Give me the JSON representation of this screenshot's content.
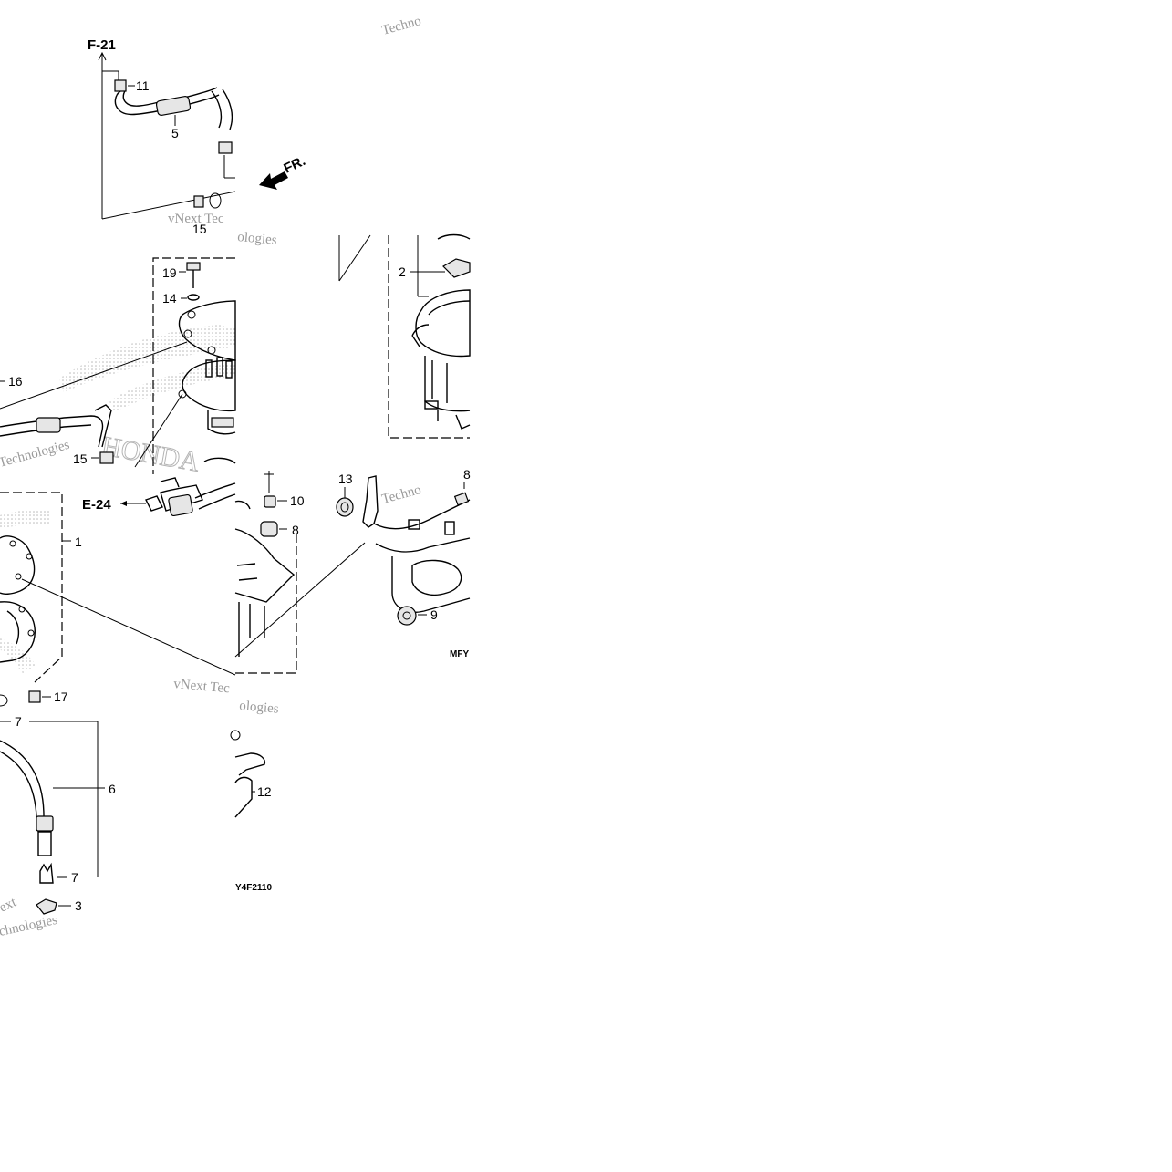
{
  "diagram": {
    "callouts": {
      "p1": "1",
      "p2": "2",
      "p3": "3",
      "p5": "5",
      "p6": "6",
      "p7a": "7",
      "p7b": "7",
      "p8a": "8",
      "p8b": "8",
      "p9": "9",
      "p10": "10",
      "p11": "11",
      "p12": "12",
      "p13": "13",
      "p14": "14",
      "p15a": "15",
      "p15b": "15",
      "p16": "16",
      "p17": "17",
      "p19": "19"
    },
    "references": {
      "f21": "F-21",
      "e24": "E-24"
    },
    "direction_label": "FR.",
    "figure_codes": {
      "left_part": "MFY",
      "right_part": "Y4F2110"
    },
    "watermarks": {
      "w1": "Techno",
      "w2": "vNext Tec",
      "w3": "ologies",
      "w4": "Techno",
      "w5": "vNext Tec",
      "w6": "ologies",
      "w7": "Technologies",
      "w8": "ext",
      "w9": "chnologies"
    }
  }
}
